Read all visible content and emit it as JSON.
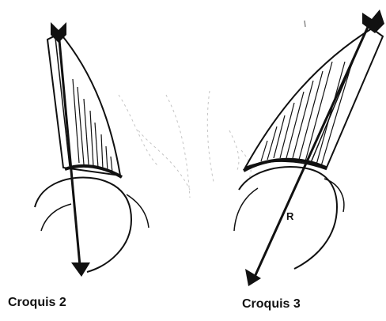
{
  "sketches": [
    {
      "caption": "Croquis 2"
    },
    {
      "caption": "Croquis 3",
      "arrow_label": "R"
    }
  ],
  "colors": {
    "ink": "#111111",
    "faint": "#bdbdbd",
    "paper": "#ffffff"
  }
}
